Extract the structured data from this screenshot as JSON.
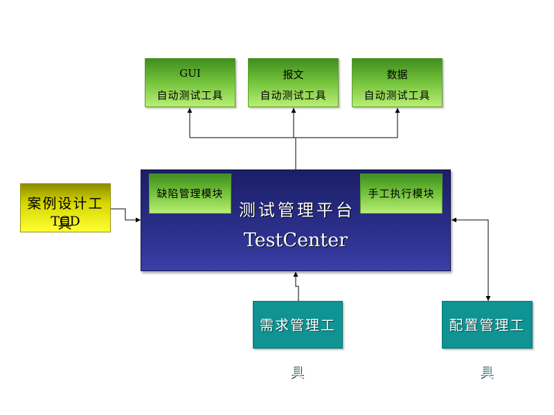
{
  "tools_top": [
    {
      "line1": "GUI",
      "line2": "自动测试工具"
    },
    {
      "line1": "报文",
      "line2": "自动测试工具"
    },
    {
      "line1": "数据",
      "line2": "自动测试工具"
    }
  ],
  "platform": {
    "title": "测试管理平台",
    "subtitle": "TestCenter",
    "left_module": "缺陷管理模块",
    "right_module": "手工执行模块"
  },
  "design_tool": {
    "line1": "案例设计工具",
    "line2": "TCD"
  },
  "requirement_tool": "需求管理工具",
  "config_tool": "配置管理工具",
  "colors": {
    "platform": "#2b2f8a",
    "green": "#6fbf38",
    "yellow": "#ffff33",
    "teal": "#0f9393"
  }
}
